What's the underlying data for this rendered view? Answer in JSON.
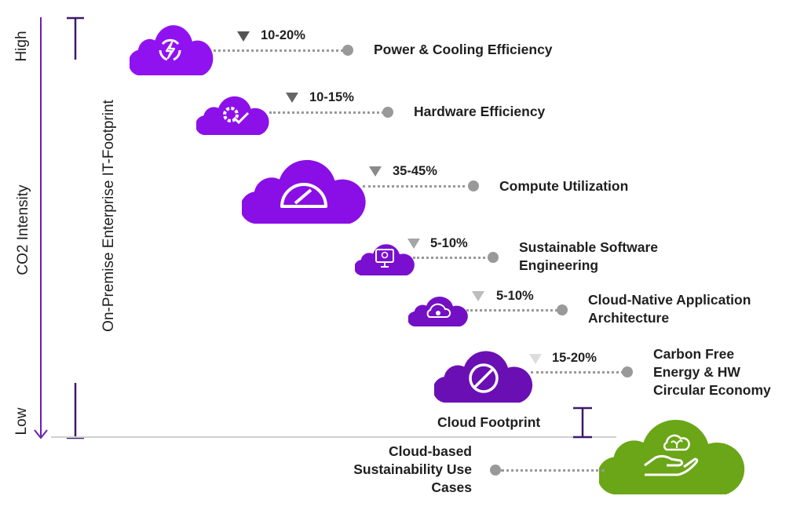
{
  "axis": {
    "title": "CO2 Intensity",
    "high_label": "High",
    "low_label": "Low",
    "bracket_label": "On-Premise Enterprise IT-Footprint",
    "accent_color": "#5a1e8c"
  },
  "levers": [
    {
      "label_lines": [
        "Power & Cooling Efficiency"
      ],
      "reduction": "10-20%",
      "icon": "power-cycle-icon",
      "cloud_color": "#9012f0",
      "triangle_color": "#555555"
    },
    {
      "label_lines": [
        "Hardware Efficiency"
      ],
      "reduction": "10-15%",
      "icon": "gear-check-icon",
      "cloud_color": "#8c10e8",
      "triangle_color": "#666666"
    },
    {
      "label_lines": [
        "Compute Utilization"
      ],
      "reduction": "35-45%",
      "icon": "speedometer-icon",
      "cloud_color": "#8a0ee6",
      "triangle_color": "#8a8a8a"
    },
    {
      "label_lines": [
        "Sustainable Software",
        "Engineering"
      ],
      "reduction": "5-10%",
      "icon": "monitor-head-icon",
      "cloud_color": "#7a0fd0",
      "triangle_color": "#a5a5a5"
    },
    {
      "label_lines": [
        "Cloud-Native Application",
        "Architecture"
      ],
      "reduction": "5-10%",
      "icon": "cloud-gear-icon",
      "cloud_color": "#7410c4",
      "triangle_color": "#bdbdbd"
    },
    {
      "label_lines": [
        "Carbon Free",
        "Energy & HW",
        "Circular Economy"
      ],
      "reduction": "15-20%",
      "icon": "no-symbol-icon",
      "cloud_color": "#6a0fb4",
      "triangle_color": "#dddddd"
    }
  ],
  "cloud_footprint_label": "Cloud Footprint",
  "use_cases": {
    "label_lines": [
      "Cloud-based",
      "Sustainability Use",
      "Cases"
    ],
    "icon": "hand-cloud-plant-icon",
    "cloud_color": "#6aa617"
  }
}
